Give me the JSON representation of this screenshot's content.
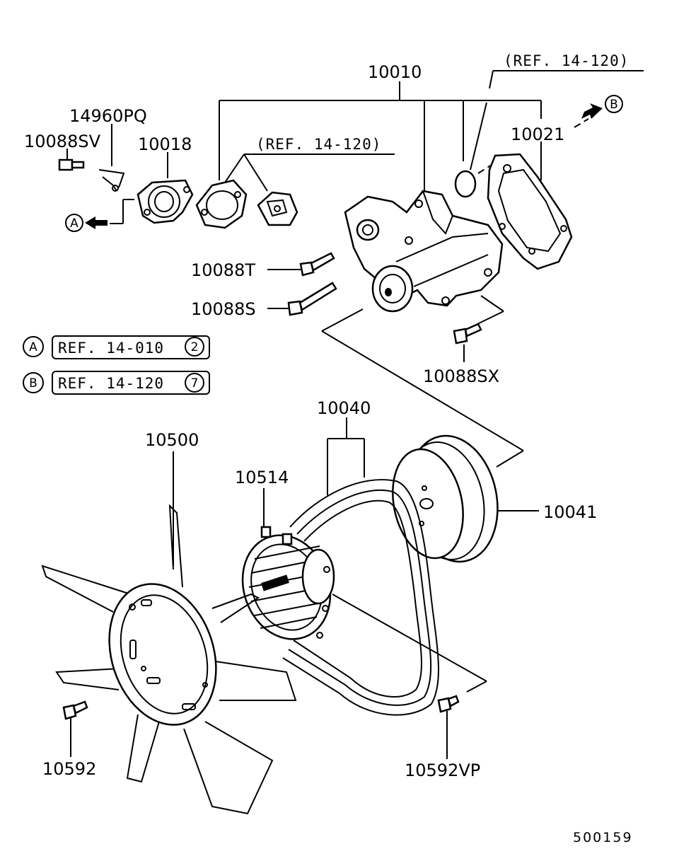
{
  "parts": {
    "water_pump_assy": "10010",
    "gasket_pump": "10021",
    "thermostat_case": "10018",
    "clip": "14960PQ",
    "bolt_sv": "10088SV",
    "bolt_t": "10088T",
    "bolt_s": "10088S",
    "bolt_sx": "10088SX",
    "belt": "10040",
    "pulley": "10041",
    "fan": "10500",
    "fan_clutch": "10514",
    "bolt_fan": "10592",
    "bolt_vp": "10592VP"
  },
  "refs": {
    "top_right": "(REF. 14-120)",
    "thermostat": "(REF. 14-120)"
  },
  "legend": [
    {
      "letter": "A",
      "ref": "REF. 14-010",
      "num": "2"
    },
    {
      "letter": "B",
      "ref": "REF. 14-120",
      "num": "7"
    }
  ],
  "markers": {
    "a": "A",
    "b": "B"
  },
  "doc_code": "500159"
}
